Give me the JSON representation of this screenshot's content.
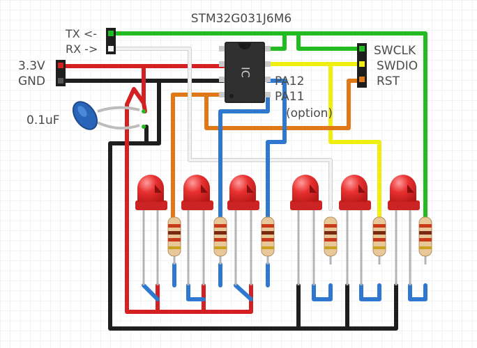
{
  "title": "STM32G031J6M6",
  "chip_mark": "IC",
  "uart": {
    "tx": "TX <-",
    "rx": "RX ->"
  },
  "power": {
    "v33": "3.3V",
    "gnd": "GND"
  },
  "capacitor": "0.1uF",
  "swd": {
    "swclk": "SWCLK",
    "swdio": "SWDIO",
    "rst": "RST"
  },
  "pins": {
    "pa12": "PA12",
    "pa11": "PA11",
    "option": "(option)"
  },
  "colors": {
    "red": "#d42020",
    "black": "#1e1e1e",
    "green": "#22bb22",
    "yellow": "#f0ee10",
    "orange": "#e07818",
    "blue": "#2e78d0",
    "white": "#f2f2f2",
    "led": "#e83030",
    "resistor": "#e8c898"
  }
}
